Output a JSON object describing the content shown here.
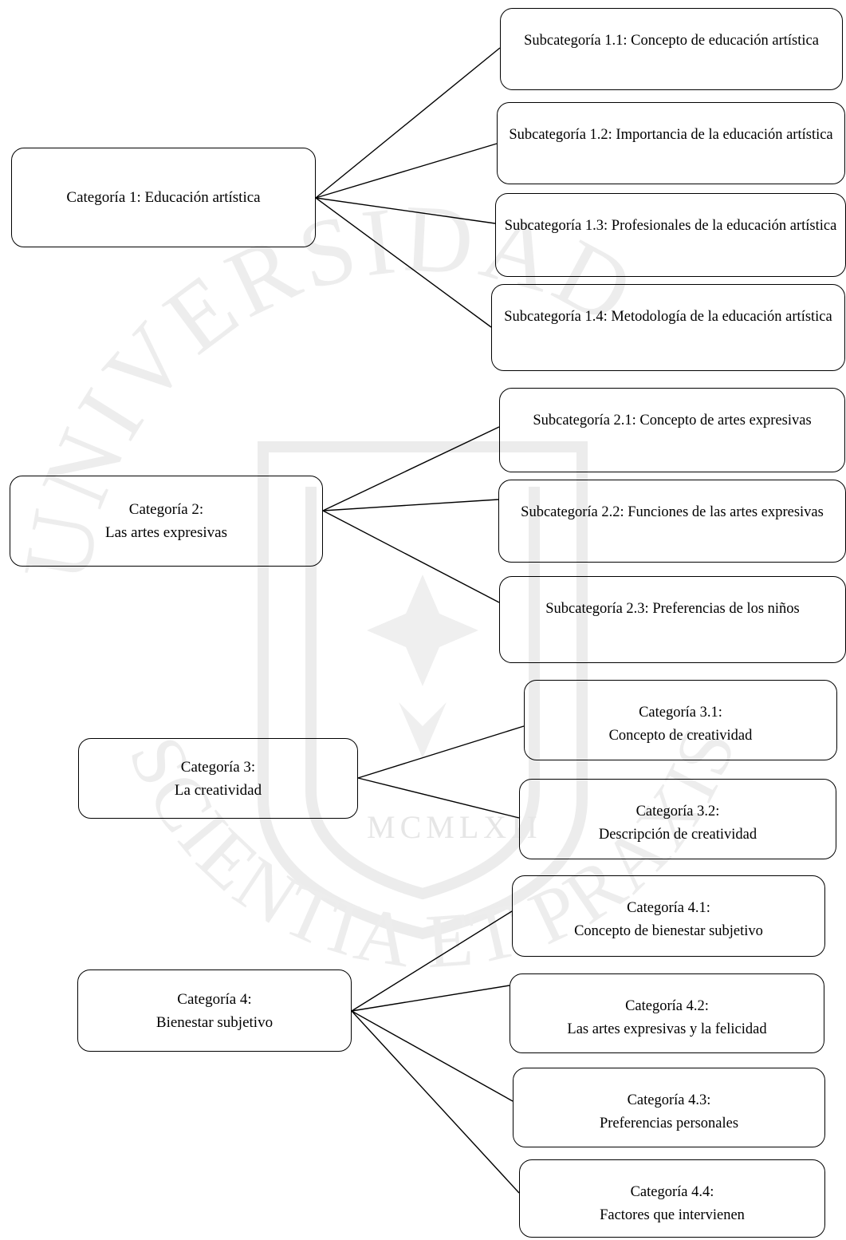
{
  "watermark": {
    "arc_top": "UNIVERSIDAD",
    "arc_bottom": "SCIENTIA ET PRAXIS",
    "numerals": "MCMLXII"
  },
  "categories": [
    {
      "label": "Categoría 1: Educación artística",
      "children": [
        "Subcategoría 1.1: Concepto de educación artística",
        "Subcategoría 1.2: Importancia de la educación artística",
        "Subcategoría 1.3: Profesionales de la educación artística",
        "Subcategoría 1.4: Metodología de la educación artística"
      ]
    },
    {
      "label": "Categoría 2:\nLas artes expresivas",
      "children": [
        "Subcategoría 2.1: Concepto de artes expresivas",
        "Subcategoría 2.2: Funciones de las artes expresivas",
        "Subcategoría 2.3: Preferencias de los niños"
      ]
    },
    {
      "label": "Categoría 3:\nLa creatividad",
      "children": [
        "Categoría 3.1:\nConcepto de creatividad",
        "Categoría 3.2:\nDescripción de creatividad"
      ]
    },
    {
      "label": "Categoría 4:\nBienestar subjetivo",
      "children": [
        "Categoría 4.1:\nConcepto de bienestar subjetivo",
        "Categoría 4.2:\nLas artes expresivas y la felicidad",
        "Categoría 4.3:\nPreferencias personales",
        "Categoría 4.4:\nFactores que intervienen"
      ]
    }
  ]
}
